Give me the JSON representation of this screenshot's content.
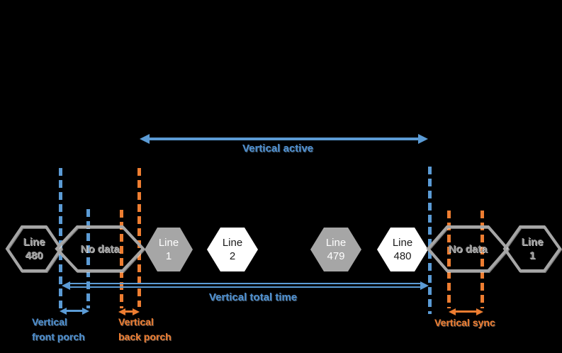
{
  "theme": {
    "blue": "#5b9bd5",
    "orange": "#ed7d31",
    "gray": "#a6a6a6",
    "bg": "#000000"
  },
  "labels": {
    "vertical_active": "Vertical active",
    "vertical_total_time": "Vertical total time",
    "vertical_front_porch_line1": "Vertical",
    "vertical_front_porch_line2": "front porch",
    "vertical_back_porch_line1": "Vertical",
    "vertical_back_porch_line2": "back porch",
    "vertical_sync": "Vertical sync"
  },
  "hexagons": [
    {
      "id": "line-480-previous-frame",
      "variant": "outline",
      "lines": [
        "Line",
        "480"
      ]
    },
    {
      "id": "no-data-blanking-left",
      "variant": "outline",
      "lines": [
        "No data"
      ]
    },
    {
      "id": "line-1-active",
      "variant": "grayfill",
      "lines": [
        "Line",
        "1"
      ]
    },
    {
      "id": "line-2-active",
      "variant": "whitefill",
      "lines": [
        "Line",
        "2"
      ]
    },
    {
      "id": "line-479-active",
      "variant": "grayfill",
      "lines": [
        "Line",
        "479"
      ]
    },
    {
      "id": "line-480-active",
      "variant": "whitefill",
      "lines": [
        "Line",
        "480"
      ]
    },
    {
      "id": "no-data-blanking-right",
      "variant": "outline",
      "lines": [
        "No data"
      ]
    },
    {
      "id": "line-1-next-frame",
      "variant": "outline",
      "lines": [
        "Line",
        "1"
      ]
    }
  ]
}
